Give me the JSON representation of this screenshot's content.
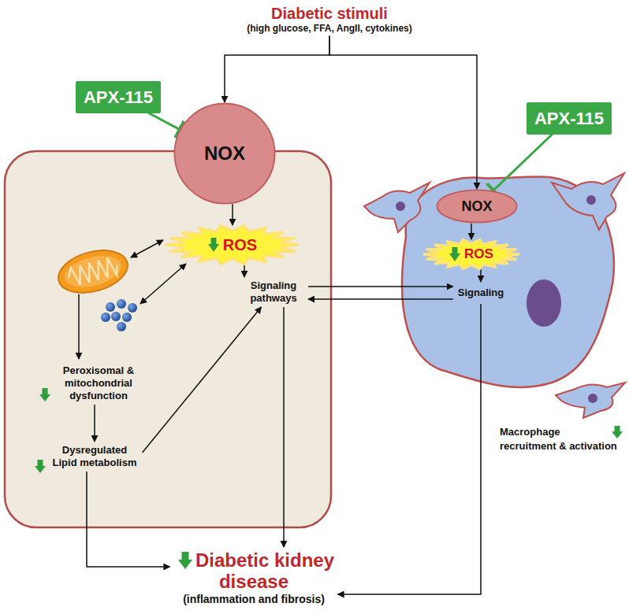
{
  "diagram": {
    "nodes": [
      {
        "text": [
          "Diabetic stimuli",
          "(high glucose, FFA, AngII, cytokines)"
        ]
      },
      {
        "text": [
          "APX-115"
        ]
      },
      {
        "text": [
          "NOX"
        ]
      },
      {
        "text": [
          "APX-115"
        ]
      },
      {
        "text": [
          "ROS"
        ]
      },
      {
        "text": [
          "Signaling pathways"
        ]
      },
      {
        "text": [
          "NOX"
        ]
      },
      {
        "text": [
          "ROS"
        ]
      },
      {
        "text": [
          "Signaling"
        ]
      },
      {
        "text": [
          "Peroxisomal & mitochondrial dysfunction"
        ]
      },
      {
        "text": [
          "Dysregulated Lipid metabolism"
        ]
      },
      {
        "text": [
          "Diabetic kidney disease",
          "(inflammation and fibrosis)"
        ]
      }
    ],
    "edges": [
      {
        "from": 0,
        "to": 2,
        "arrow": "to"
      },
      {
        "from": 0,
        "to": 6,
        "arrow": "to"
      },
      {
        "from": 1,
        "to": 2,
        "arrow": "to"
      },
      {
        "from": 3,
        "to": 6,
        "arrow": "to"
      },
      {
        "from": 2,
        "to": 4,
        "arrow": "to"
      },
      {
        "from": 4,
        "to": 5,
        "arrow": "to"
      },
      {
        "from": 5,
        "to": 8,
        "arrow": "to"
      },
      {
        "from": 8,
        "to": 5,
        "arrow": "to"
      },
      {
        "from": 9,
        "to": 10,
        "arrow": "to"
      },
      {
        "from": 10,
        "to": 5,
        "arrow": "to"
      },
      {
        "from": 5,
        "to": 11,
        "arrow": "to"
      },
      {
        "from": 10,
        "to": 11,
        "arrow": "to"
      },
      {
        "from": 6,
        "to": 7,
        "arrow": "to"
      },
      {
        "from": 7,
        "to": 8,
        "arrow": "to"
      },
      {
        "from": 8,
        "to": 11,
        "arrow": "to",
        "label": "Macrophage recruitment & activation"
      }
    ]
  }
}
